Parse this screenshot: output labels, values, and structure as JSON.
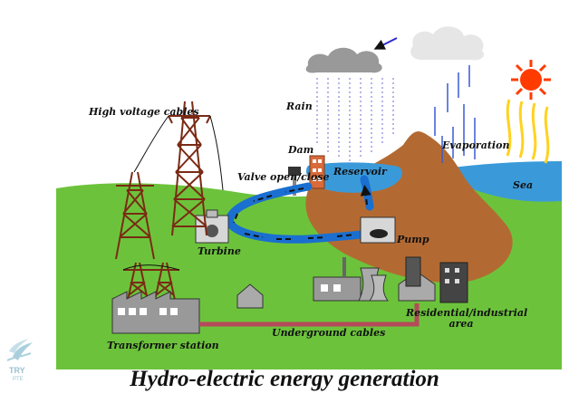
{
  "title": "Hydro-electric energy generation",
  "labels": {
    "high_voltage_cables": "High voltage cables",
    "rain": "Rain",
    "dam": "Dam",
    "valve": "Valve open/close",
    "reservoir": "Reservoir",
    "evaporation": "Evaporation",
    "sea": "Sea",
    "turbine": "Turbine",
    "pump": "Pump",
    "transformer_station": "Transformer station",
    "underground_cables": "Underground cables",
    "residential_industrial": "Residential/industrial area"
  },
  "logo": {
    "line1": "TRY",
    "line2": "PTE"
  },
  "colors": {
    "grass": "#6cc33b",
    "mountain": "#b36a32",
    "water": "#3a9ad9",
    "pipe": "#1a6fd0",
    "cable": "#b54a5a",
    "tower": "#7a2a14",
    "sun": "#ff3b00",
    "heat": "#ffd21f"
  }
}
